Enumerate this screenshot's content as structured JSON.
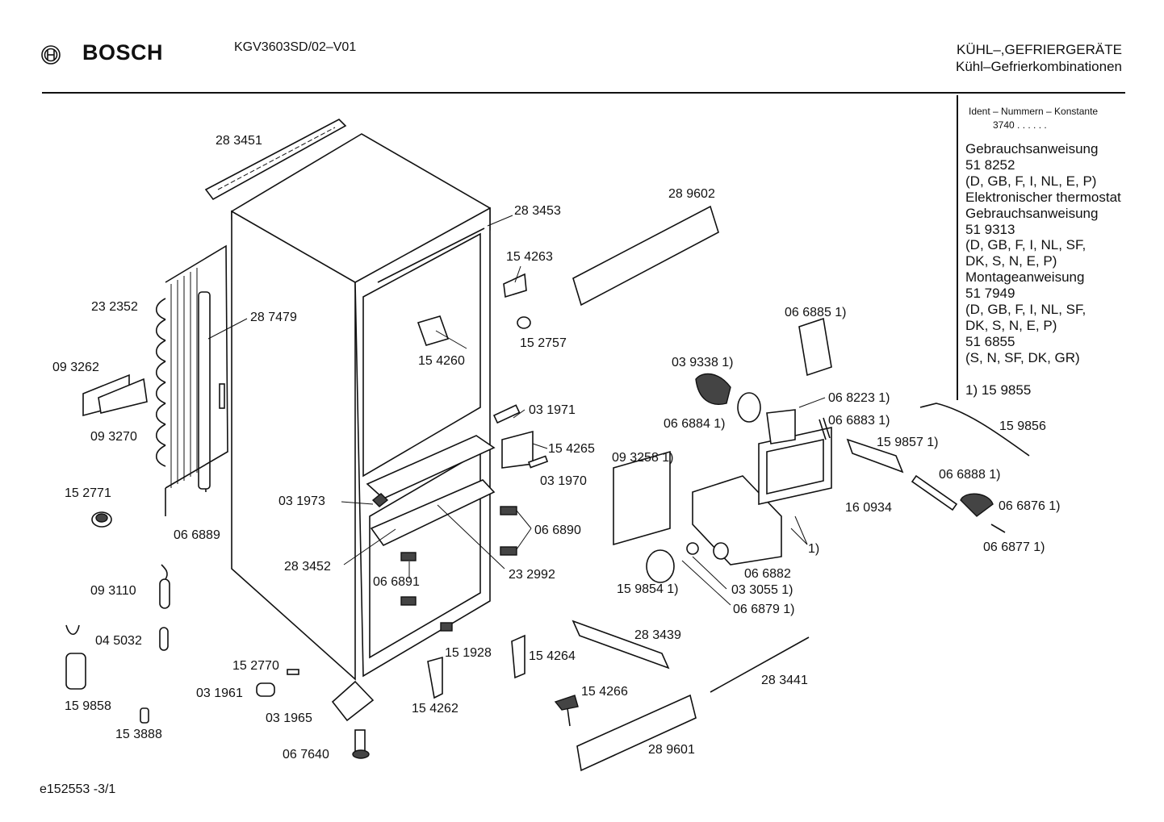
{
  "header": {
    "brand": "BOSCH",
    "model": "KGV3603SD/02–V01",
    "category_title": "KÜHL–,GEFRIERGERÄTE",
    "category_subtitle": "Kühl–Gefrierkombinationen"
  },
  "sidebar": {
    "heading": "Ident – Nummern – Konstante",
    "ident_number": "3740  .  .    .  .  .  .",
    "lines": [
      "Gebrauchsanweisung",
      "51 8252",
      "(D, GB, F, I, NL, E, P)",
      "Elektronischer thermostat",
      "Gebrauchsanweisung",
      "51 9313",
      "(D, GB, F, I, NL, SF,",
      "DK, S, N, E, P)",
      "Montageanweisung",
      "51 7949",
      "(D, GB, F, I, NL, SF,",
      "DK, S, N, E, P)",
      "51 6855",
      "(S, N, SF, DK, GR)"
    ],
    "footnote": "1) 15 9855"
  },
  "parts": [
    "28 3451",
    "28 3453",
    "28 9602",
    "15 4263",
    "23 2352",
    "28 7479",
    "15 2757",
    "06 6885 1)",
    "15 4260",
    "09 3262",
    "03 9338 1)",
    "06 8223 1)",
    "09 3270",
    "03 1971",
    "06 6884 1)",
    "06 6883 1)",
    "15 9856",
    "15 4265",
    "15 9857 1)",
    "09 3258 1)",
    "03 1970",
    "06 6888 1)",
    "15 2771",
    "03 1973",
    "16 0934",
    "06 6876 1)",
    "06 6890",
    "06 6889",
    "1)",
    "06 6877 1)",
    "28 3452",
    "06 6882",
    "23 2992",
    "06 6891",
    "09 3110",
    "15 9854 1)",
    "03 3055 1)",
    "06 6879 1)",
    "04 5032",
    "28 3439",
    "15 1928",
    "15 4264",
    "15 2770",
    "03 1961",
    "15 9858",
    "28 3441",
    "15 4262",
    "15 4266",
    "03 1965",
    "15 3888",
    "28 9601",
    "06 7640"
  ],
  "footer": "e152553   -3/1"
}
